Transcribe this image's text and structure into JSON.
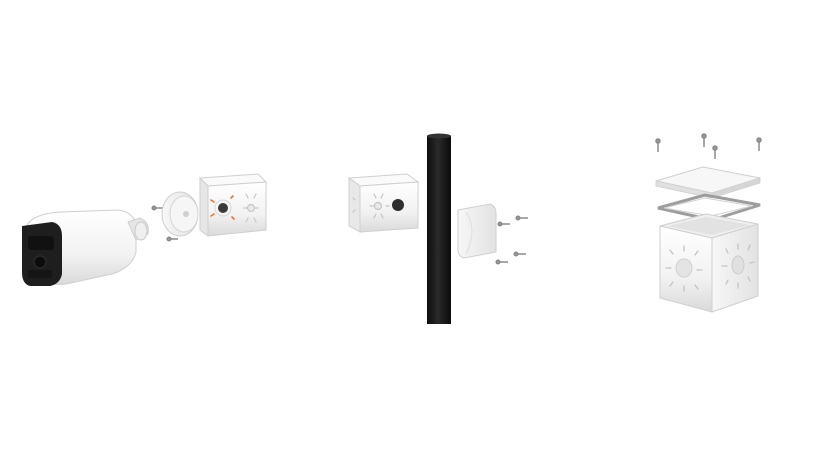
{
  "image": {
    "background": "#ffffff",
    "panels": [
      {
        "id": "camera-assembly",
        "items": [
          "bullet-camera",
          "camera-base-mount",
          "screws",
          "junction-box"
        ]
      },
      {
        "id": "pole-mount",
        "items": [
          "black-pole",
          "junction-box",
          "pole-mount-bracket",
          "screws"
        ]
      },
      {
        "id": "junction-box-exploded",
        "items": [
          "screws",
          "box-lid",
          "gasket",
          "box-body"
        ]
      }
    ],
    "colors": {
      "product_white": "#f4f4f4",
      "shadow_grey": "#d9d9d9",
      "edge_grey": "#c4c4c4",
      "pole_black": "#161616",
      "lens_black": "#1e1e1e",
      "accent_orange": "#e8733a"
    }
  }
}
